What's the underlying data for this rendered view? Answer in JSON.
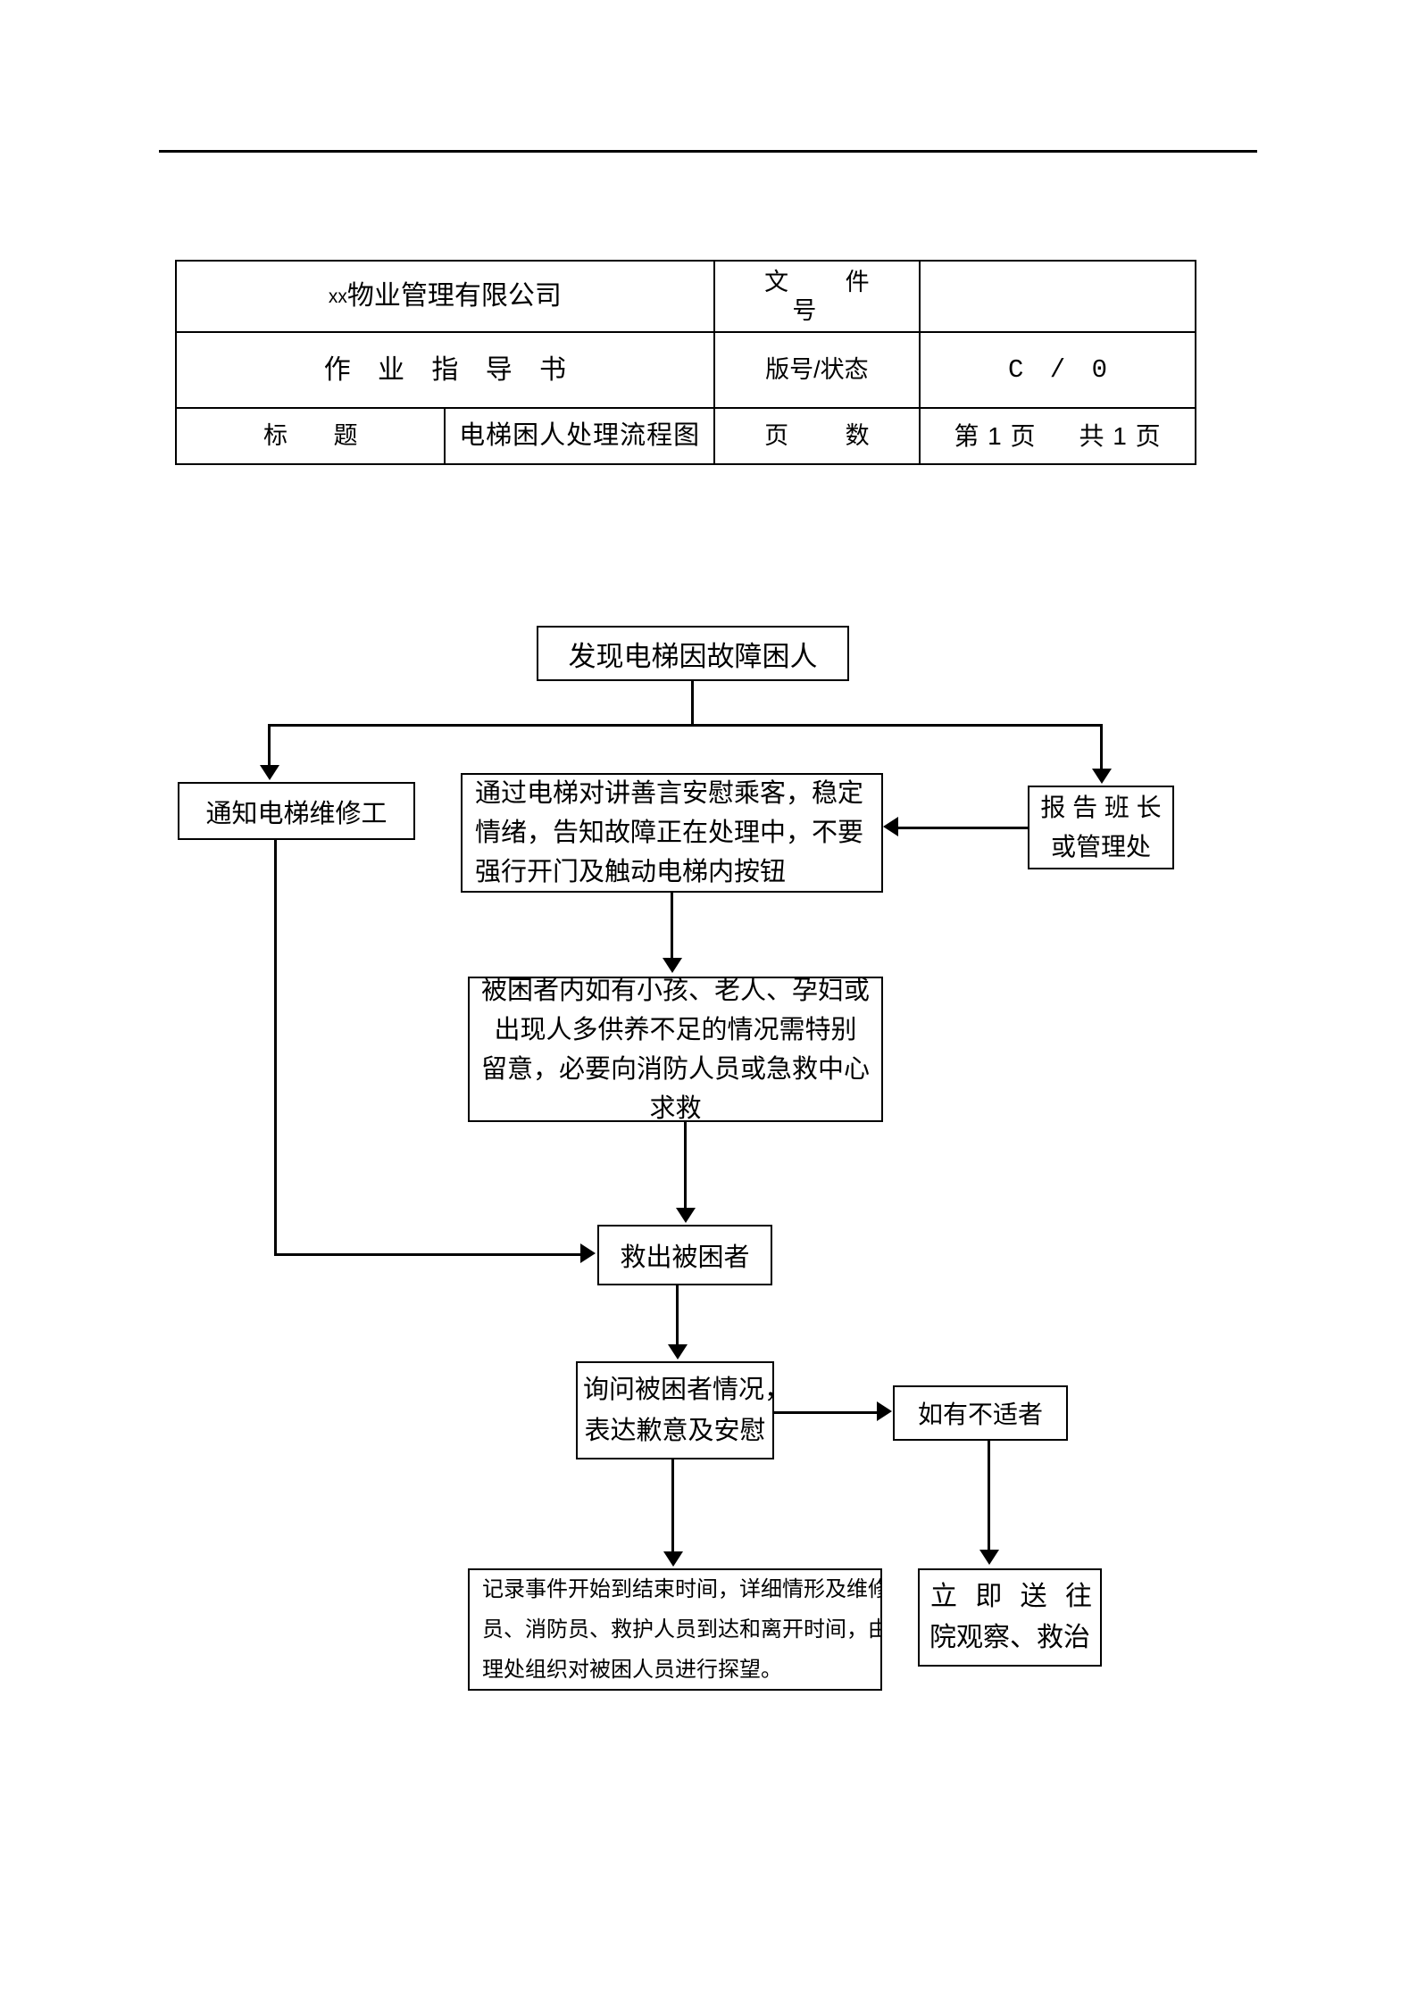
{
  "document": {
    "header_table": {
      "rows": [
        {
          "org_prefix": "xx",
          "org_name": "物业管理有限公司",
          "key": "文 件 号",
          "value": ""
        },
        {
          "doc_kind": "作 业 指 导 书",
          "key": "版号/状态",
          "value": "C / 0"
        },
        {
          "title_label": "标 题",
          "title_value": "电梯困人处理流程图",
          "key": "页 数",
          "page_current": "第 1 页",
          "page_total": "共 1 页"
        }
      ]
    }
  },
  "flowchart": {
    "nodes": {
      "start": {
        "label": "发现电梯因故障困人"
      },
      "notify_technician": {
        "label": "通知电梯维修工"
      },
      "comfort_passengers": {
        "line1": "通过电梯对讲善言安慰乘客，稳定",
        "line2": "情绪，告知故障正在处理中，不要",
        "line3": "强行开门及触动电梯内按钮"
      },
      "report_supervisor": {
        "line1": "报 告 班 长",
        "line2": "或管理处"
      },
      "special_care": {
        "line1": "被困者内如有小孩、老人、孕妇或",
        "line2": "出现人多供养不足的情况需特别",
        "line3": "留意，必要向消防人员或急救中心",
        "line4": "求救"
      },
      "rescue_trapped": {
        "label": "救出被困者"
      },
      "ask_condition": {
        "line1": "询问被困者情况，",
        "line2": "表达歉意及安慰"
      },
      "if_unwell": {
        "label": "如有不适者"
      },
      "record_event": {
        "line1": "记录事件开始到结束时间，详细情形及维修人",
        "line2": "员、消防员、救护人员到达和离开时间，由管",
        "line3": "理处组织对被困人员进行探望。"
      },
      "send_hospital": {
        "line1": "立 即 送 往 医",
        "line2": "院观察、救治"
      }
    }
  }
}
